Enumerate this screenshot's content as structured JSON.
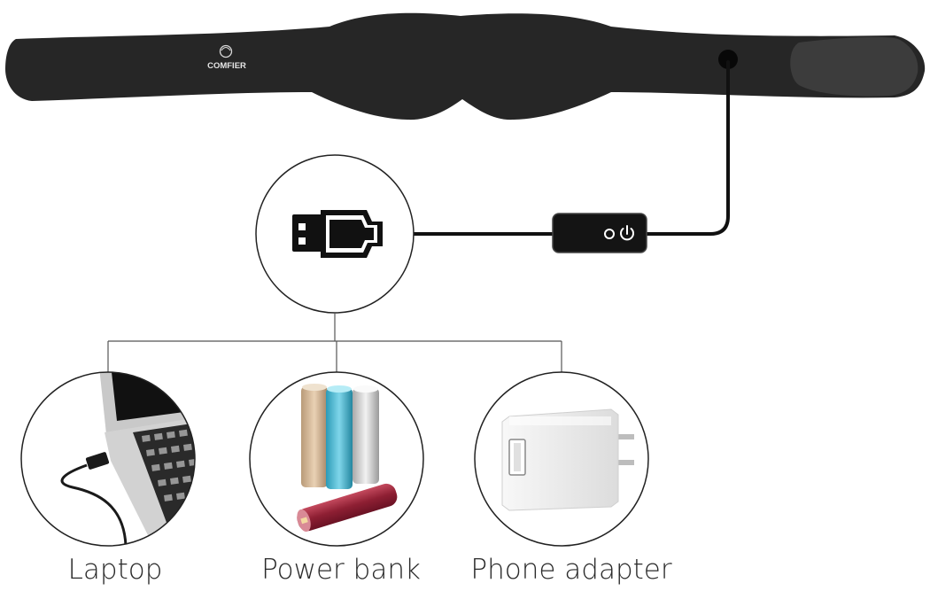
{
  "brand": {
    "logo_text": "COMFIER"
  },
  "power_sources": [
    {
      "id": "laptop",
      "label": "Laptop",
      "icon": "laptop-icon"
    },
    {
      "id": "power-bank",
      "label": "Power bank",
      "icon": "power-bank-icon"
    },
    {
      "id": "phone-adapter",
      "label": "Phone adapter",
      "icon": "phone-adapter-icon"
    }
  ],
  "colors": {
    "mask": "#262626",
    "mask_strap_end": "#3a3a3a",
    "cable": "#111111",
    "outline": "#222222",
    "connector_line": "#555555"
  },
  "icons": {
    "connector": "usb-plug-icon",
    "controller_button": "power-icon",
    "mask_port": "port-icon"
  }
}
